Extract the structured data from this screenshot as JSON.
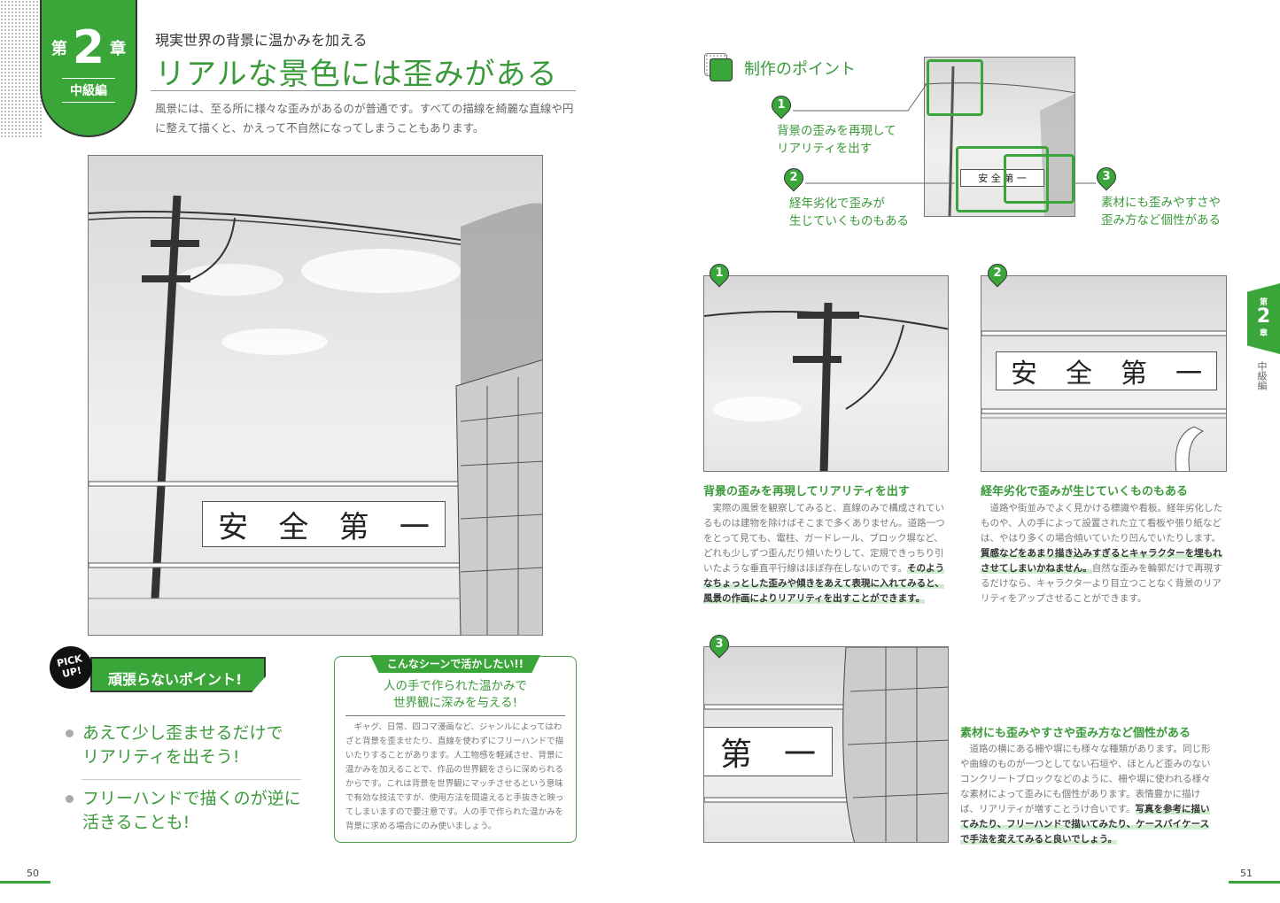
{
  "left_page": {
    "chapter": {
      "prefix": "第",
      "number": "2",
      "suffix": "章",
      "level": "中級編"
    },
    "subtitle": "現実世界の背景に温かみを加える",
    "title": "リアルな景色には歪みがある",
    "intro": "風景には、至る所に様々な歪みがあるのが普通です。すべての描線を綺麗な直線や円に整えて描くと、かえって不自然になってしまうこともあります。",
    "illustration_sign": [
      "安",
      "全",
      "第",
      "一"
    ],
    "pickup": {
      "badge": "PICK UP!",
      "label": "頑張らないポイント!",
      "bullets": [
        [
          "あえて少し歪ませるだけで",
          "リアリティを出そう!"
        ],
        [
          "フリーハンドで描くのが逆に",
          "活きることも!"
        ]
      ]
    },
    "scene": {
      "tag": "こんなシーンで活かしたい!!",
      "heading": [
        "人の手で作られた温かみで",
        "世界観に深みを与える!"
      ],
      "body": "ギャグ、日常、四コマ漫画など、ジャンルによってはわざと背景を歪ませたり、直線を使わずにフリーハンドで描いたりすることがあります。人工物感を軽減させ、背景に温かみを加えることで、作品の世界観をさらに深められるからです。これは背景を世界観にマッチさせるという意味で有効な技法ですが、使用方法を間違えると手抜きと映ってしまいますので要注意です。人の手で作られた温かみを背景に求める場合にのみ使いましょう。"
    },
    "page_number": "50"
  },
  "right_page": {
    "points_title": "制作のポイント",
    "callouts": [
      {
        "n": "1",
        "lines": [
          "背景の歪みを再現して",
          "リアリティを出す"
        ]
      },
      {
        "n": "2",
        "lines": [
          "経年劣化で歪みが",
          "生じていくものもある"
        ]
      },
      {
        "n": "3",
        "lines": [
          "素材にも歪みやすさや",
          "歪み方など個性がある"
        ]
      }
    ],
    "thumb_sign": "安 全 第 一",
    "panels": [
      {
        "n": "1",
        "heading": "背景の歪みを再現してリアリティを出す",
        "body": "実際の風景を観察してみると、直線のみで構成されているものは建物を除けばそこまで多くありません。道路一つをとって見ても、電柱、ガードレール、ブロック塀など、どれも少しずつ歪んだり傾いたりして、定規できっちり引いたような垂直平行線はほぼ存在しないのです。",
        "highlight": "そのようなちょっとした歪みや傾きをあえて表現に入れてみると、風景の作画によりリアリティを出すことができます。",
        "after": ""
      },
      {
        "n": "2",
        "heading": "経年劣化で歪みが生じていくものもある",
        "body": "道路や街並みでよく見かける標識や看板。経年劣化したものや、人の手によって設置された立て看板や張り紙などは、やはり多くの場合傾いていたり凹んでいたりします。",
        "highlight": "質感などをあまり描き込みすぎるとキャラクターを埋もれさせてしまいかねません。",
        "after": "自然な歪みを輪郭だけで再現するだけなら、キャラクターより目立つことなく背景のリアリティをアップさせることができます。"
      },
      {
        "n": "3",
        "heading": "素材にも歪みやすさや歪み方など個性がある",
        "body": "道路の横にある柵や塀にも様々な種類があります。同じ形や曲線のものが一つとしてない石垣や、ほとんど歪みのないコンクリートブロックなどのように、柵や塀に使われる様々な素材によって歪みにも個性があります。表情豊かに描けば、リアリティが増すことうけ合いです。",
        "highlight": "写真を参考に描いてみたり、フリーハンドで描いてみたり、ケースバイケースで手法を変えてみると良いでしょう。",
        "after": ""
      }
    ],
    "panel2_sign": [
      "安",
      "全",
      "第",
      "一"
    ],
    "panel3_sign": [
      "第",
      "一"
    ],
    "side_tab": {
      "prefix": "第",
      "number": "2",
      "suffix": "章",
      "level": "中級編"
    },
    "page_number": "51"
  },
  "colors": {
    "accent": "#3aa63a",
    "highlight": "#cfeccf"
  }
}
